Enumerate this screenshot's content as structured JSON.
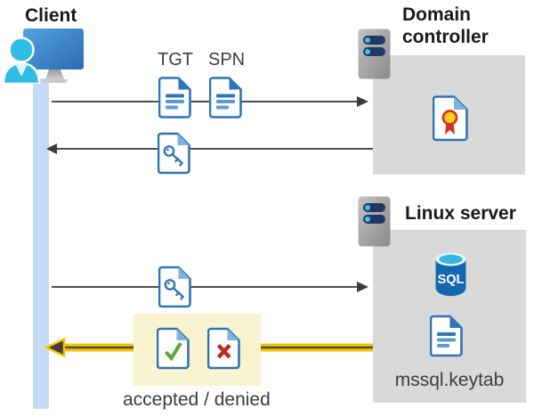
{
  "diagram": {
    "client": {
      "label": "Client"
    },
    "domain_controller": {
      "label": "Domain controller"
    },
    "linux_server": {
      "label": "Linux server"
    },
    "tickets": {
      "tgt": "TGT",
      "spn": "SPN"
    },
    "keytab": {
      "label": "mssql.keytab"
    },
    "sql": {
      "label": "SQL"
    },
    "result": {
      "label": "accepted / denied"
    }
  },
  "colors": {
    "doc_blue": "#2e75b6",
    "doc_blue_light": "#5b9bd5",
    "person_cyan": "#2fbde3",
    "box_gray": "#d9d9d9",
    "highlight_yellow": "#faf3cf",
    "arrow_yellow": "#f5c400",
    "arrow_gray": "#4d4d4d",
    "check_green": "#5fa33a",
    "cross_red": "#c0281e",
    "server_navy": "#1f3864",
    "sql_blue": "#1766b1",
    "sql_cyan": "#35b5e0",
    "lifeline_blue": "#c3dcf6",
    "cert_red": "#d63425",
    "cert_yellow": "#ffd21e"
  }
}
